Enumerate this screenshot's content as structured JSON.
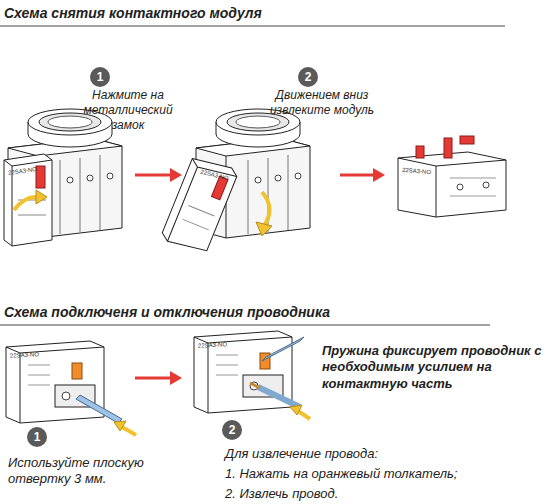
{
  "diagram": {
    "title": "Схема снятия контактного модуля",
    "nodes": [
      {
        "text": [
          "1"
        ]
      },
      {
        "text": [
          "2"
        ]
      },
      {
        "text": [
          "22SA3-NO"
        ]
      },
      {
        "text": [
          "22SA3-NO"
        ]
      },
      {
        "text": [
          "22SA3-NO"
        ]
      },
      {
        "text": [
          "22SA3-NO"
        ]
      },
      {
        "text": [
          "22SA3-NO"
        ]
      },
      {
        "text": [
          "1"
        ]
      },
      {
        "text": [
          "2"
        ]
      }
    ],
    "edges": [
      {
        "from": 2,
        "to": 3,
        "arrow": "to"
      },
      {
        "from": 3,
        "to": 4,
        "arrow": "to"
      },
      {
        "from": 5,
        "to": 6,
        "arrow": "to"
      }
    ],
    "labels": [
      "Нажмите на металлический замок",
      "Движением вниз извлеките модуль",
      "Схема подключеня и отключения проводника",
      "Пружина фиксирует проводник с необходимым усилием на контактную часть",
      "Используйте плоскую отвертку 3 мм.",
      "Для извлечение провода:",
      "1. Нажать на оранжевый толкатель;",
      "2. Извлечь провод."
    ]
  }
}
